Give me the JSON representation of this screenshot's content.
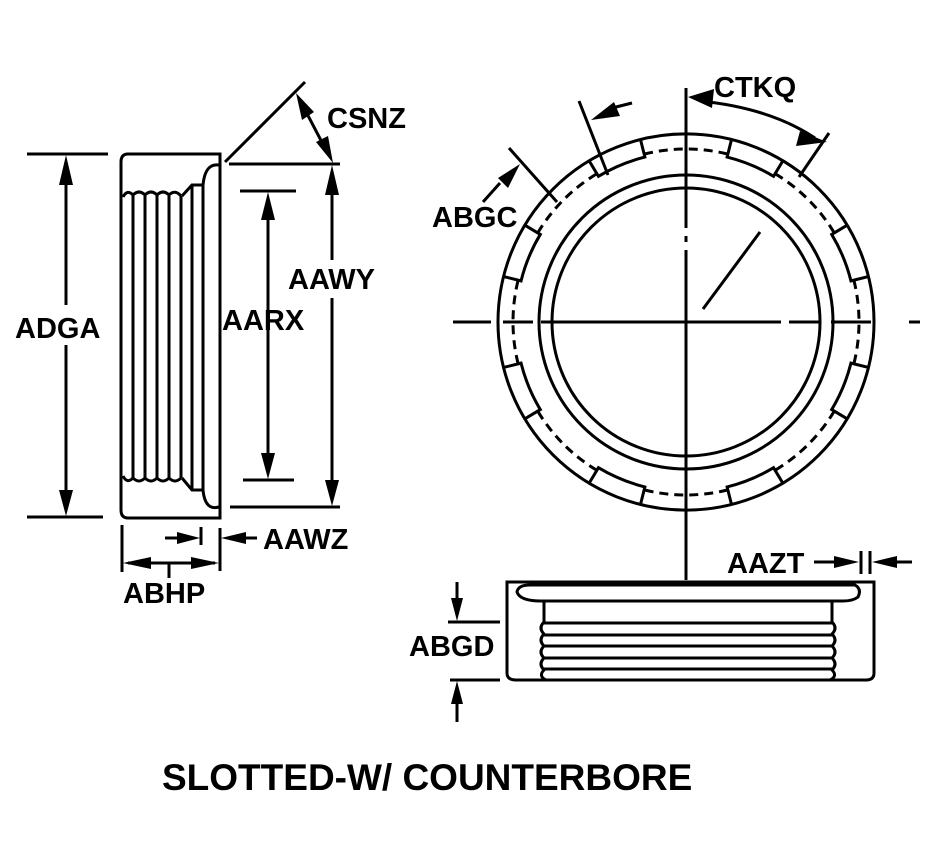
{
  "drawing": {
    "title": "SLOTTED-W/ COUNTERBORE",
    "ink_color": "#000000",
    "background_color": "#ffffff",
    "side_view": {
      "labels": {
        "adga": "ADGA",
        "aarx": "AARX",
        "aawy": "AAWY",
        "csnz": "CSNZ",
        "aawz": "AAWZ",
        "abhp": "ABHP"
      }
    },
    "front_view": {
      "labels": {
        "ctkq": "CTKQ",
        "abgc": "ABGC"
      },
      "slot_count": 8
    },
    "section_view": {
      "labels": {
        "abgd": "ABGD",
        "aazt": "AAZT"
      }
    }
  }
}
